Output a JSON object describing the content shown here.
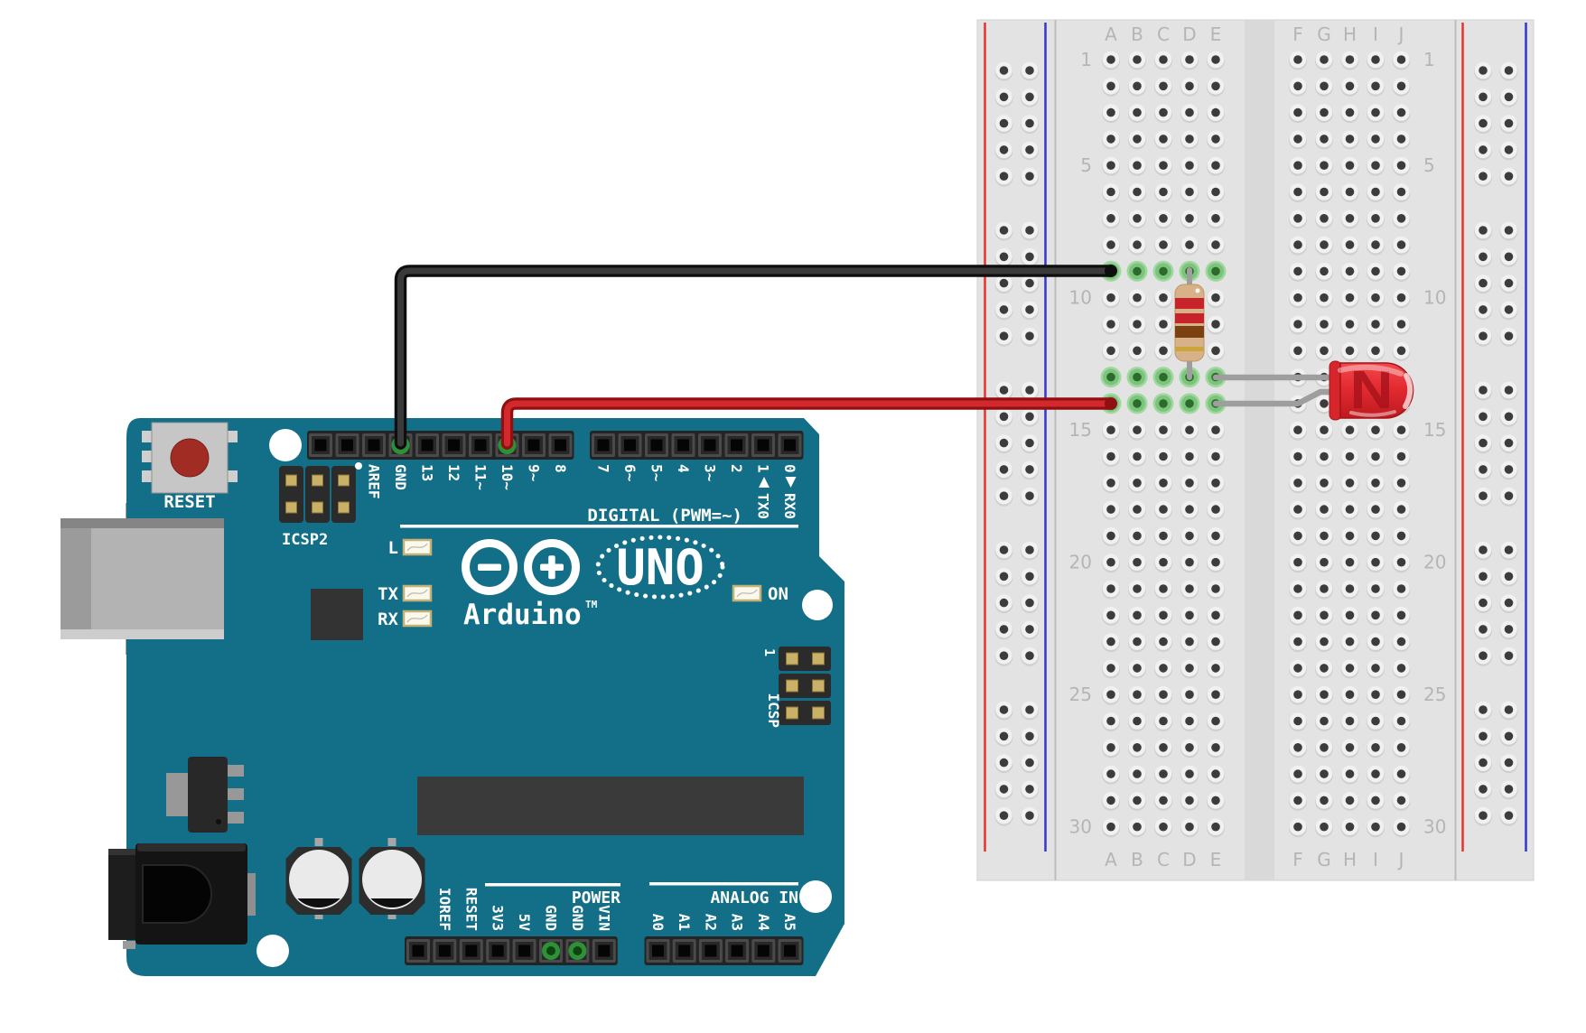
{
  "arduino": {
    "silkscreen": {
      "reset": "RESET",
      "icsp2": "ICSP2",
      "icsp": "ICSP",
      "icsp_pin1": "1",
      "digital_caption": "DIGITAL (PWM=~)",
      "power_caption": "POWER",
      "analog_caption": "ANALOG IN",
      "brand": "Arduino",
      "trademark": "TM",
      "model": "UNO",
      "led_l": "L",
      "led_tx": "TX",
      "led_rx": "RX",
      "led_on": "ON"
    },
    "digital_header_a": [
      {
        "label": ""
      },
      {
        "label": ""
      },
      {
        "label": "AREF"
      },
      {
        "label": "GND",
        "connected": true
      },
      {
        "label": "13"
      },
      {
        "label": "12"
      },
      {
        "label": "11",
        "pwm": true
      },
      {
        "label": "10",
        "pwm": true,
        "connected": true
      },
      {
        "label": "9",
        "pwm": true
      },
      {
        "label": "8"
      }
    ],
    "digital_header_b": [
      {
        "label": "7"
      },
      {
        "label": "6",
        "pwm": true
      },
      {
        "label": "5",
        "pwm": true
      },
      {
        "label": "4"
      },
      {
        "label": "3",
        "pwm": true
      },
      {
        "label": "2"
      },
      {
        "label": "1",
        "sub": "TX0",
        "arrow": "▲"
      },
      {
        "label": "0",
        "sub": "RX0",
        "arrow": "▼"
      }
    ],
    "power_header": [
      {
        "label": ""
      },
      {
        "label": "IOREF"
      },
      {
        "label": "RESET"
      },
      {
        "label": "3V3"
      },
      {
        "label": "5V"
      },
      {
        "label": "GND",
        "connected": true
      },
      {
        "label": "GND",
        "connected": true
      },
      {
        "label": "VIN"
      }
    ],
    "analog_header": [
      {
        "label": "A0"
      },
      {
        "label": "A1"
      },
      {
        "label": "A2"
      },
      {
        "label": "A3"
      },
      {
        "label": "A4"
      },
      {
        "label": "A5"
      }
    ]
  },
  "breadboard": {
    "columns_left": [
      "A",
      "B",
      "C",
      "D",
      "E"
    ],
    "columns_right": [
      "F",
      "G",
      "H",
      "I",
      "J"
    ],
    "row_count": 30,
    "numbered_rows": [
      1,
      5,
      10,
      15,
      20,
      25,
      30
    ],
    "connected_rows": [
      {
        "row": 9,
        "columns": [
          "A",
          "B",
          "C",
          "D",
          "E"
        ]
      },
      {
        "row": 13,
        "columns": [
          "A",
          "B",
          "C",
          "D",
          "E"
        ]
      },
      {
        "row": 14,
        "columns": [
          "A",
          "B",
          "C",
          "D",
          "E"
        ]
      }
    ]
  },
  "circuit": {
    "wires": [
      {
        "name": "gnd-wire",
        "color": "black",
        "from": "Arduino GND pin",
        "to": "breadboard A9"
      },
      {
        "name": "pin10-wire",
        "color": "red",
        "from": "Arduino pin 10",
        "to": "breadboard A14"
      }
    ],
    "resistor": {
      "from": "D9",
      "to": "D13",
      "bands": [
        "red",
        "red",
        "brown",
        "gold"
      ]
    },
    "led": {
      "color": "red",
      "legs": [
        "E13",
        "E14"
      ]
    }
  },
  "colors": {
    "board_teal": "#136f88",
    "breadboard_body": "#e3e3e3",
    "rail_red_line": "#e8322a",
    "rail_blue_line": "#3535d2",
    "hole_dark": "#3c3c3c",
    "connection_green": "#2e9137",
    "green_hole_ring": "#9ed89e",
    "wire_black": "#0e0e0e",
    "wire_black_core": "#3a3a3a",
    "wire_red": "#8f1012",
    "wire_red_core": "#d4292c",
    "resistor_body": "#d7b188",
    "band_red": "#c6242a",
    "band_brown": "#7c4113",
    "band_gold": "#c9a53c",
    "led_red": "#e22b31",
    "silkscreen": "#ffffff",
    "label_gray": "#b5b5b5"
  }
}
